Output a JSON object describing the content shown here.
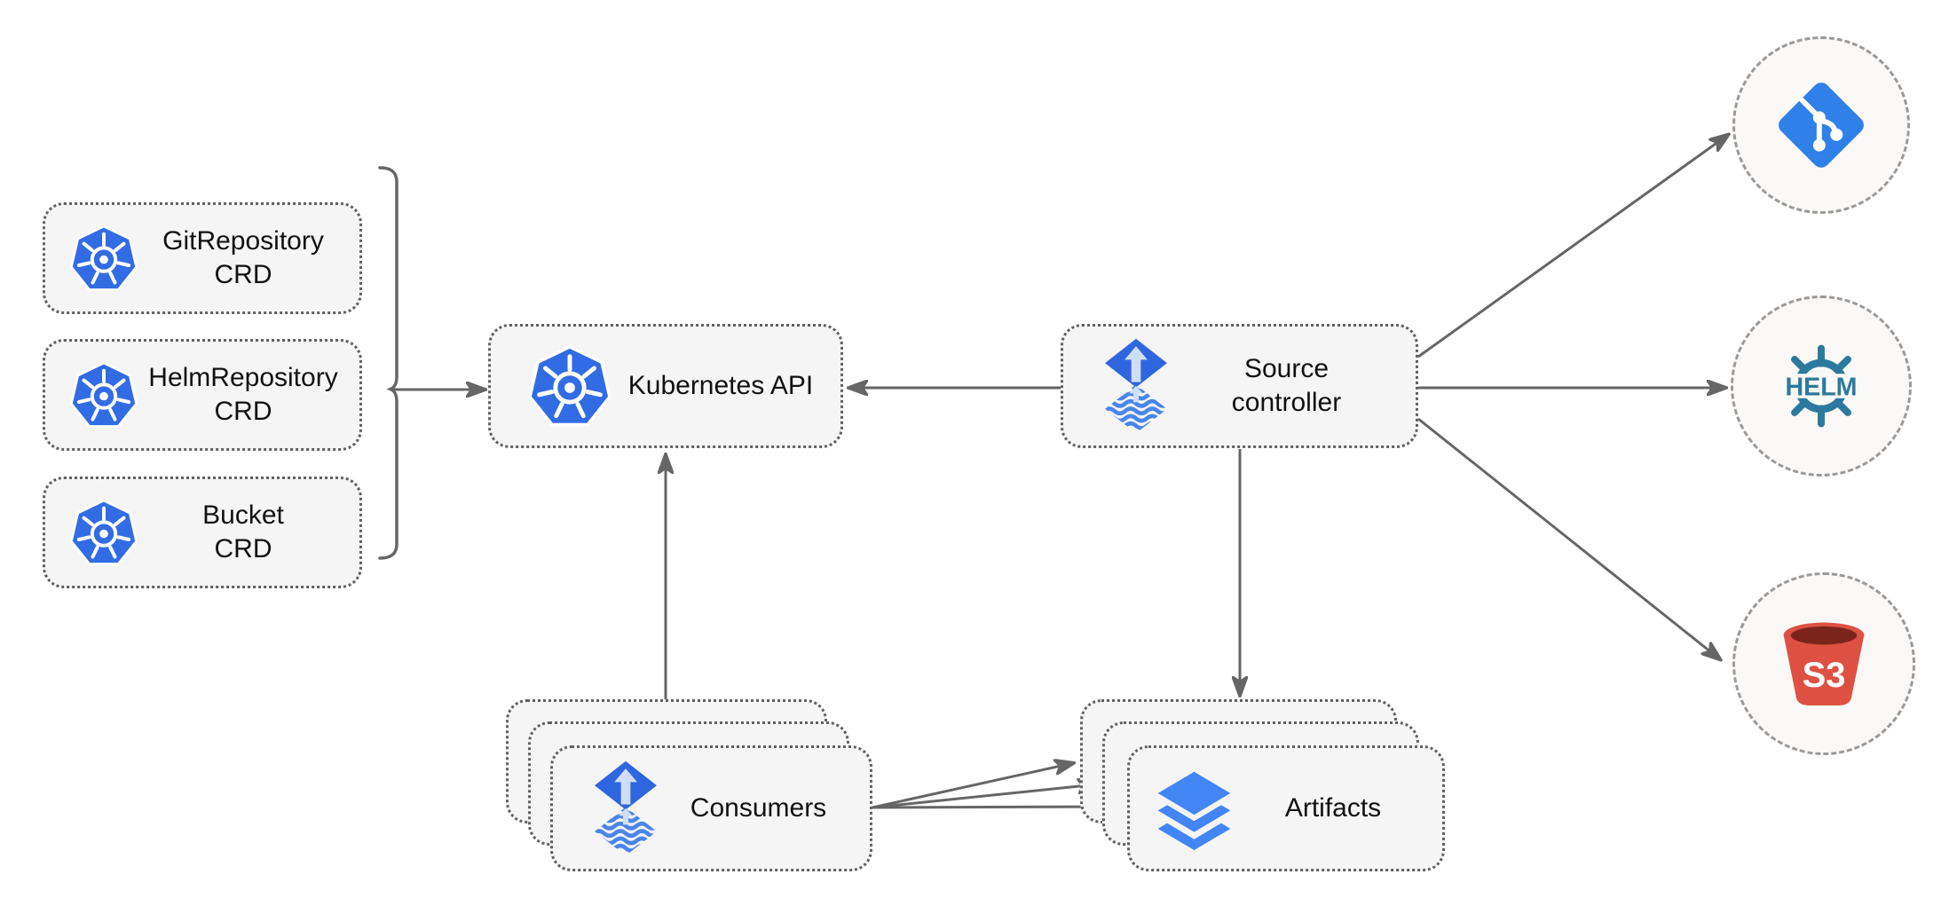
{
  "diagram": {
    "title": "flux-source-controller-architecture",
    "crd_boxes": [
      {
        "name": "gitrepository-crd",
        "line1": "GitRepository",
        "line2": "CRD"
      },
      {
        "name": "helmrepository-crd",
        "line1": "HelmRepository",
        "line2": "CRD"
      },
      {
        "name": "bucket-crd",
        "line1": "Bucket",
        "line2": "CRD"
      }
    ],
    "kubernetes_api": {
      "label": "Kubernetes API"
    },
    "source_controller": {
      "line1": "Source",
      "line2": "controller"
    },
    "consumers": {
      "label": "Consumers"
    },
    "artifacts": {
      "label": "Artifacts"
    },
    "externals": {
      "git": {
        "icon": "git-icon"
      },
      "helm": {
        "icon": "helm-icon",
        "text": "HELM"
      },
      "s3": {
        "icon": "s3-bucket-icon",
        "text": "S3"
      }
    },
    "colors": {
      "kubernetes_blue": "#326CE5",
      "flux_blue": "#2E66DF",
      "flux_light": "#CFDEF7",
      "flux_wave": "#4A85EC",
      "layers_blue": "#4285F4",
      "git_blue": "#2F80E8",
      "helm_teal": "#2B7A9E",
      "s3_red": "#DE5142",
      "s3_dark": "#7B241C",
      "connector_gray": "#666666",
      "node_fill": "#F5F5F5",
      "node_border": "#616161",
      "circle_fill": "#FAF9F7",
      "circle_border": "#9A9A9A",
      "text_color": "#111111"
    }
  }
}
